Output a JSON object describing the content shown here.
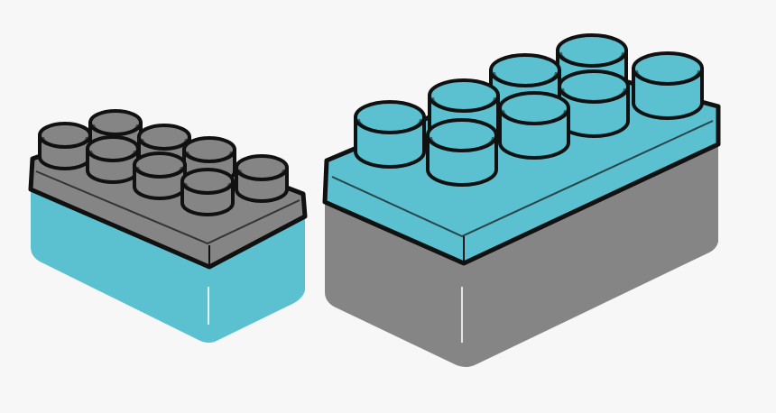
{
  "image": {
    "background": "#f7f7f7",
    "colors": {
      "teal": "#5bc0cf",
      "gray": "#858585",
      "outline": "#111111",
      "highlight": "#ffffff"
    },
    "objects": [
      {
        "name": "small-block",
        "top_color": "gray",
        "bottom_color": "teal",
        "studs": 8
      },
      {
        "name": "large-block",
        "top_color": "teal",
        "bottom_color": "gray",
        "studs": 8
      }
    ]
  }
}
